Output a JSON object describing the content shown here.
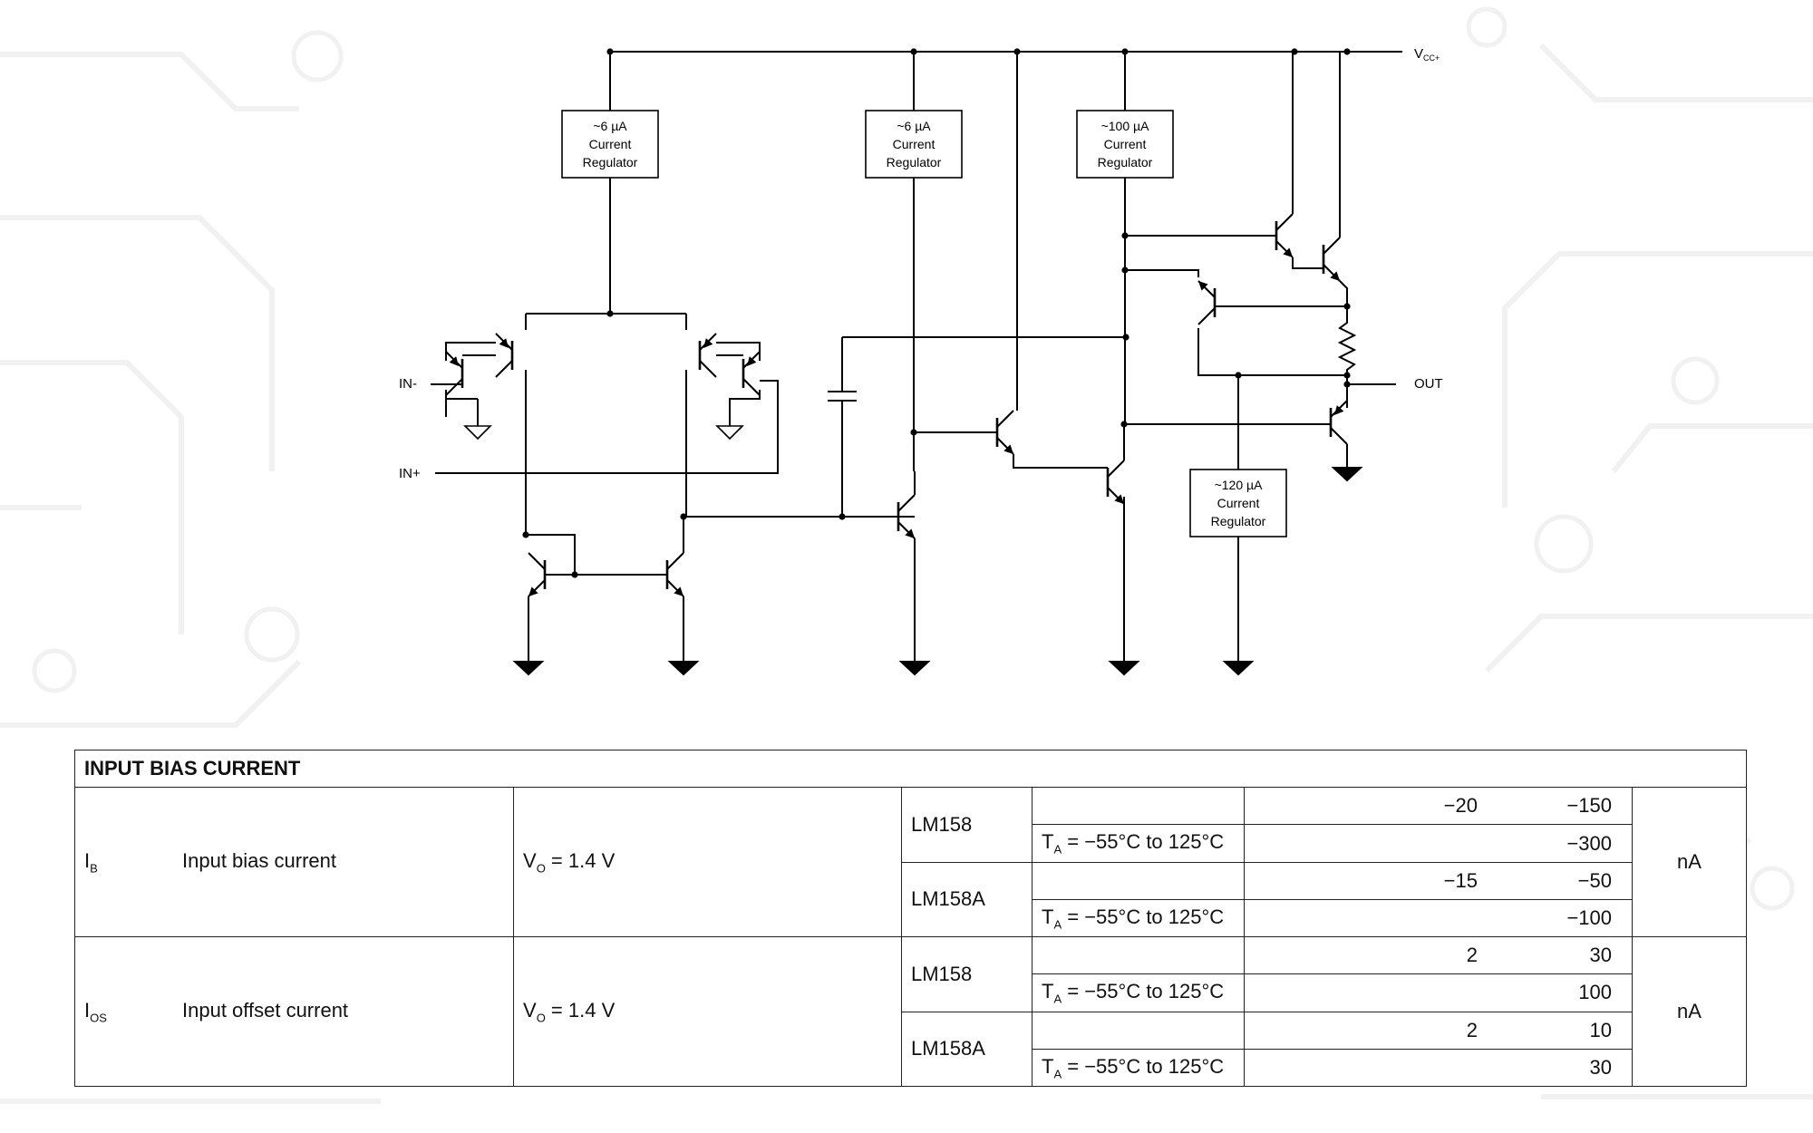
{
  "schematic": {
    "vcc": {
      "main": "V",
      "sub": "CC+"
    },
    "in_minus": "IN-",
    "in_plus": "IN+",
    "out": "OUT",
    "regulators": [
      {
        "current": "~6 µA",
        "line2": "Current",
        "line3": "Regulator"
      },
      {
        "current": "~6 µA",
        "line2": "Current",
        "line3": "Regulator"
      },
      {
        "current": "~100 µA",
        "line2": "Current",
        "line3": "Regulator"
      },
      {
        "current": "~120 µA",
        "line2": "Current",
        "line3": "Regulator"
      }
    ]
  },
  "table": {
    "section_title": "INPUT BIAS CURRENT",
    "params": [
      {
        "symbol": "I",
        "symbol_sub": "B",
        "name": "Input bias current",
        "condition_main": "V",
        "condition_sub": "O",
        "condition_rest": " = 1.4 V",
        "unit": "nA",
        "devices": [
          {
            "name": "LM158",
            "rows": [
              {
                "cond_main": "",
                "cond_sub": "",
                "cond_rest": "",
                "typ": "−20",
                "max": "−150"
              },
              {
                "cond_main": "T",
                "cond_sub": "A",
                "cond_rest": " = −55°C to 125°C",
                "typ": "",
                "max": "−300"
              }
            ]
          },
          {
            "name": "LM158A",
            "rows": [
              {
                "cond_main": "",
                "cond_sub": "",
                "cond_rest": "",
                "typ": "−15",
                "max": "−50"
              },
              {
                "cond_main": "T",
                "cond_sub": "A",
                "cond_rest": " = −55°C to 125°C",
                "typ": "",
                "max": "−100"
              }
            ]
          }
        ]
      },
      {
        "symbol": "I",
        "symbol_sub": "OS",
        "name": "Input offset current",
        "condition_main": "V",
        "condition_sub": "O",
        "condition_rest": " = 1.4 V",
        "unit": "nA",
        "devices": [
          {
            "name": "LM158",
            "rows": [
              {
                "cond_main": "",
                "cond_sub": "",
                "cond_rest": "",
                "typ": "2",
                "max": "30"
              },
              {
                "cond_main": "T",
                "cond_sub": "A",
                "cond_rest": " = −55°C to 125°C",
                "typ": "",
                "max": "100"
              }
            ]
          },
          {
            "name": "LM158A",
            "rows": [
              {
                "cond_main": "",
                "cond_sub": "",
                "cond_rest": "",
                "typ": "2",
                "max": "10"
              },
              {
                "cond_main": "T",
                "cond_sub": "A",
                "cond_rest": " = −55°C to 125°C",
                "typ": "",
                "max": "30"
              }
            ]
          }
        ]
      }
    ]
  }
}
